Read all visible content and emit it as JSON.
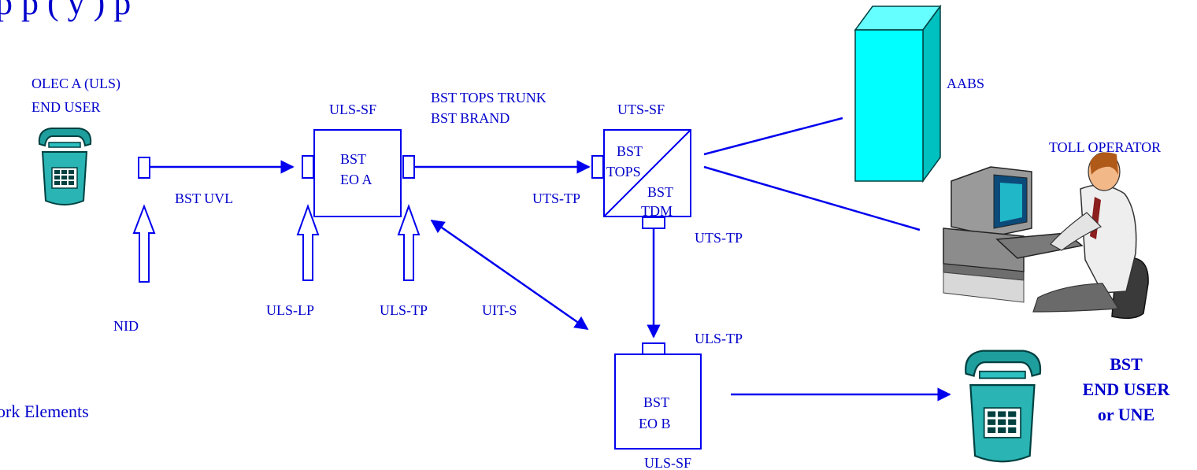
{
  "header": {
    "title_fragment": "p            p        (      y                  )                    p"
  },
  "labels": {
    "olec_line1": "OLEC A (ULS)",
    "olec_line2": "END USER",
    "nid": "NID",
    "bst_uvl": "BST UVL",
    "uls_sf_top": "ULS-SF",
    "uls_lp": "ULS-LP",
    "uls_tp_left": "ULS-TP",
    "eo_a_line1": "BST",
    "eo_a_line2": "EO A",
    "tops_trunk_line1": "BST  TOPS TRUNK",
    "tops_trunk_line2": "BST BRAND",
    "uit_s": "UIT-S",
    "uts_sf": "UTS-SF",
    "uts_tp_left": "UTS-TP",
    "uts_tp_right": "UTS-TP",
    "tops_line1": "BST",
    "tops_line2": "TOPS",
    "tdm_line1": "BST",
    "tdm_line2": "TDM",
    "aabs": "AABS",
    "toll_operator": "TOLL  OPERATOR",
    "uls_tp_bottom": "ULS-TP",
    "eo_b_line1": "BST",
    "eo_b_line2": "EO B",
    "uls_sf_bottom": "ULS-SF",
    "bst_end_user_line1": "BST",
    "bst_end_user_line2": "END USER",
    "bst_end_user_line3": "or UNE",
    "network_elements": "ork Elements"
  },
  "colors": {
    "line": "#0000ee",
    "text": "#0000cc",
    "aabs_face": "#00ffff",
    "aabs_side": "#00cccc",
    "phone": "#20a0a0"
  },
  "icons": [
    "telephone-icon",
    "computer-operator-icon",
    "aabs-server-icon"
  ]
}
